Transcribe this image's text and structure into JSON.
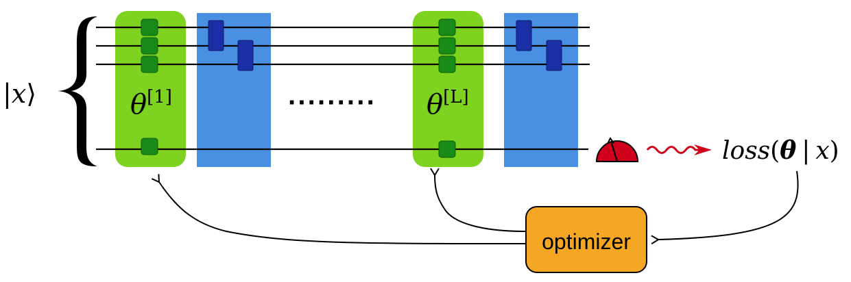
{
  "input_state": {
    "bar": "|",
    "symbol": "x",
    "angle": "⟩"
  },
  "layers": [
    {
      "symbol": "θ",
      "superscript": "[1]"
    },
    {
      "symbol": "θ",
      "superscript": "[L]"
    }
  ],
  "ellipsis": "·········",
  "loss": {
    "name": "loss",
    "open": "(",
    "theta": "θ",
    "given": "|",
    "x": "x",
    "close": ")"
  },
  "optimizer": {
    "label": "optimizer"
  },
  "colors": {
    "parameter_block": "#7ed321",
    "parameter_gate": "#178a17",
    "entangler_block": "#4a90e2",
    "entangler_gate": "#1a2fa6",
    "meter": "#d0021b",
    "signal_arrow": "#d0021b",
    "optimizer_fill": "#f5a623",
    "wire": "#000000"
  },
  "icons": {
    "measurement": "meter-icon",
    "brace": "left-brace-icon"
  }
}
